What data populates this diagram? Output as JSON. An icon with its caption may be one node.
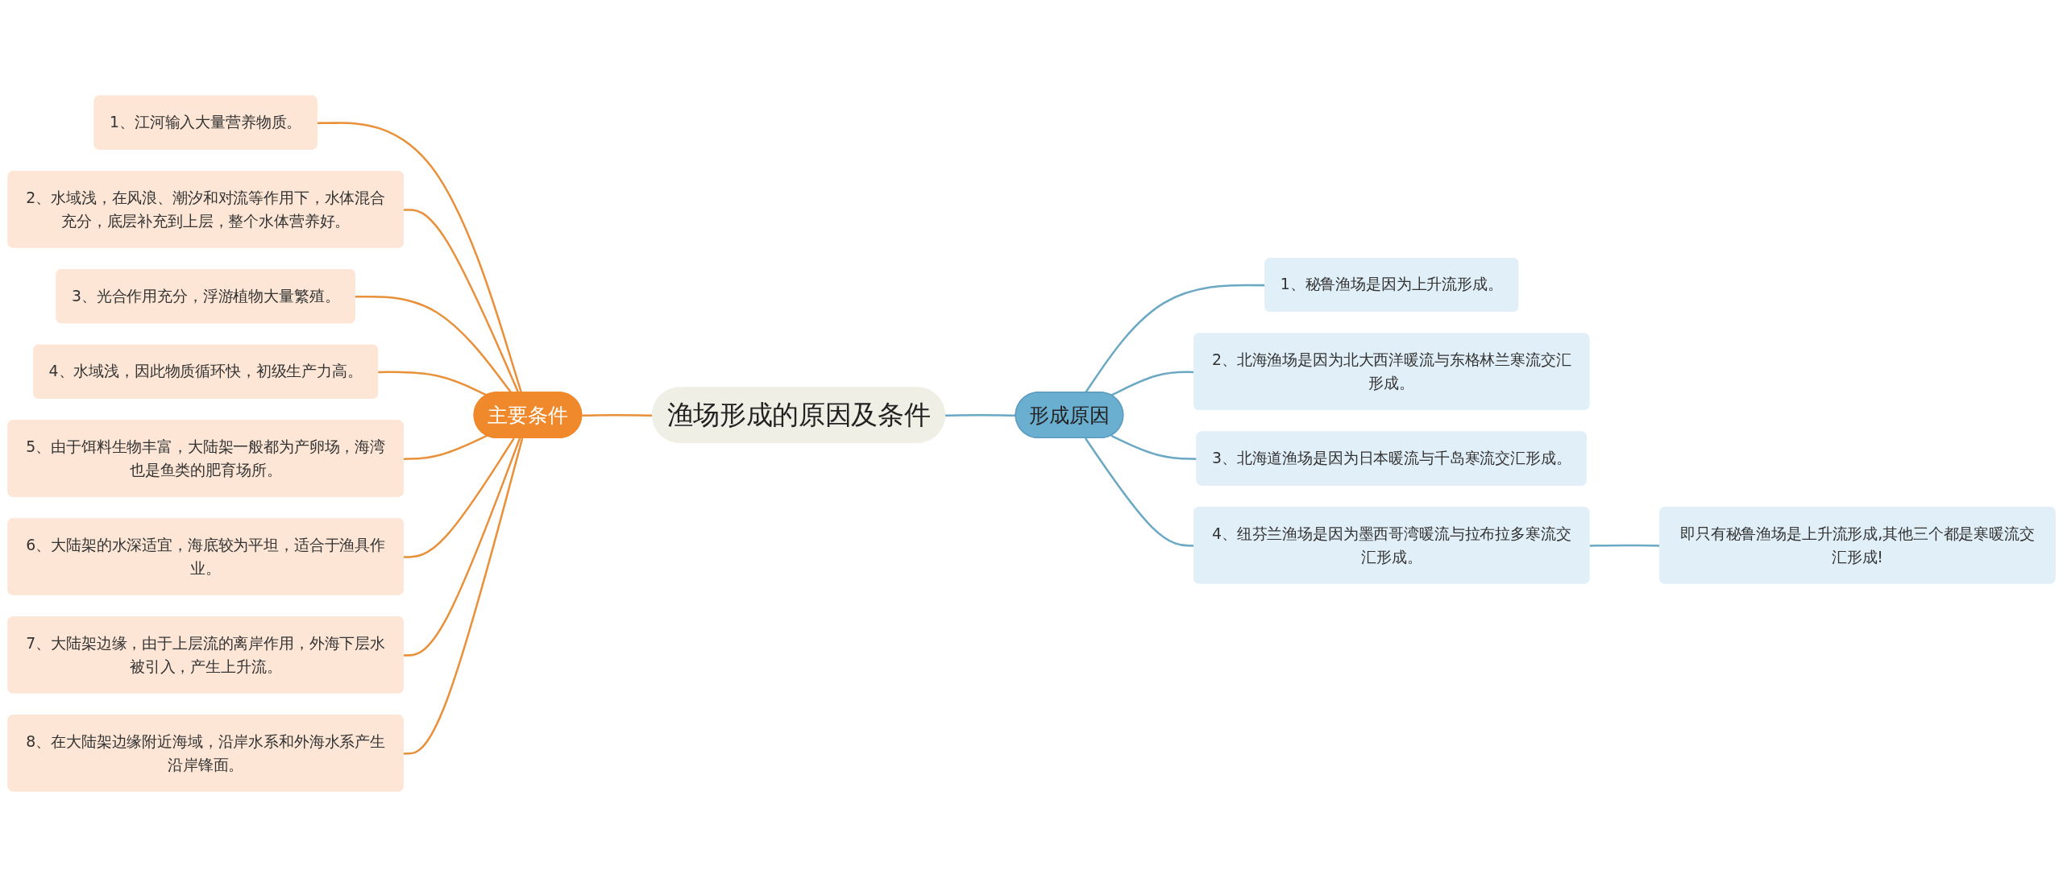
{
  "diagram": {
    "nodes": [
      {
        "text": [
          "渔场形成的原因及条件"
        ]
      },
      {
        "text": [
          "主要条件"
        ]
      },
      {
        "text": [
          "1、江河输入大量营养物质。"
        ]
      },
      {
        "text": [
          "2、水域浅，在风浪、潮汐和对流等作用下，水体混合充分，底层补充到上层，整个水体营养好。"
        ]
      },
      {
        "text": [
          "3、光合作用充分，浮游植物大量繁殖。"
        ]
      },
      {
        "text": [
          "4、水域浅，因此物质循环快，初级生产力高。"
        ]
      },
      {
        "text": [
          "5、由于饵料生物丰富，大陆架一般都为产卵场，海湾也是鱼类的肥育场所。"
        ]
      },
      {
        "text": [
          "6、大陆架的水深适宜，海底较为平坦，适合于渔具作业。"
        ]
      },
      {
        "text": [
          "7、大陆架边缘，由于上层流的离岸作用，外海下层水被引入，产生上升流。"
        ]
      },
      {
        "text": [
          "8、在大陆架边缘附近海域，沿岸水系和外海水系产生沿岸锋面。"
        ]
      },
      {
        "text": [
          "形成原因"
        ]
      },
      {
        "text": [
          "1、秘鲁渔场是因为上升流形成。"
        ]
      },
      {
        "text": [
          "2、北海渔场是因为北大西洋暖流与东格林兰寒流交汇形成。"
        ]
      },
      {
        "text": [
          "3、北海道渔场是因为日本暖流与千岛寒流交汇形成。"
        ]
      },
      {
        "text": [
          "4、纽芬兰渔场是因为墨西哥湾暖流与拉布拉多寒流交汇形成。"
        ]
      },
      {
        "text": [
          "即只有秘鲁渔场是上升流形成,其他三个都是寒暖流交汇形成!"
        ]
      }
    ],
    "edges": [
      {
        "from": 0,
        "to": 1,
        "arrow": "none",
        "color": "#e8903a"
      },
      {
        "from": 1,
        "to": 2,
        "arrow": "none",
        "color": "#e8903a"
      },
      {
        "from": 1,
        "to": 3,
        "arrow": "none",
        "color": "#e8903a"
      },
      {
        "from": 1,
        "to": 4,
        "arrow": "none",
        "color": "#e8903a"
      },
      {
        "from": 1,
        "to": 5,
        "arrow": "none",
        "color": "#e8903a"
      },
      {
        "from": 1,
        "to": 6,
        "arrow": "none",
        "color": "#e8903a"
      },
      {
        "from": 1,
        "to": 7,
        "arrow": "none",
        "color": "#e8903a"
      },
      {
        "from": 1,
        "to": 8,
        "arrow": "none",
        "color": "#e8903a"
      },
      {
        "from": 1,
        "to": 9,
        "arrow": "none",
        "color": "#e8903a"
      },
      {
        "from": 0,
        "to": 10,
        "arrow": "none",
        "color": "#6aa8c4"
      },
      {
        "from": 10,
        "to": 11,
        "arrow": "none",
        "color": "#6aa8c4"
      },
      {
        "from": 10,
        "to": 12,
        "arrow": "none",
        "color": "#6aa8c4"
      },
      {
        "from": 10,
        "to": 13,
        "arrow": "none",
        "color": "#6aa8c4"
      },
      {
        "from": 10,
        "to": 14,
        "arrow": "none",
        "color": "#6aa8c4"
      },
      {
        "from": 14,
        "to": 15,
        "arrow": "none",
        "color": "#6aa8c4"
      }
    ]
  }
}
